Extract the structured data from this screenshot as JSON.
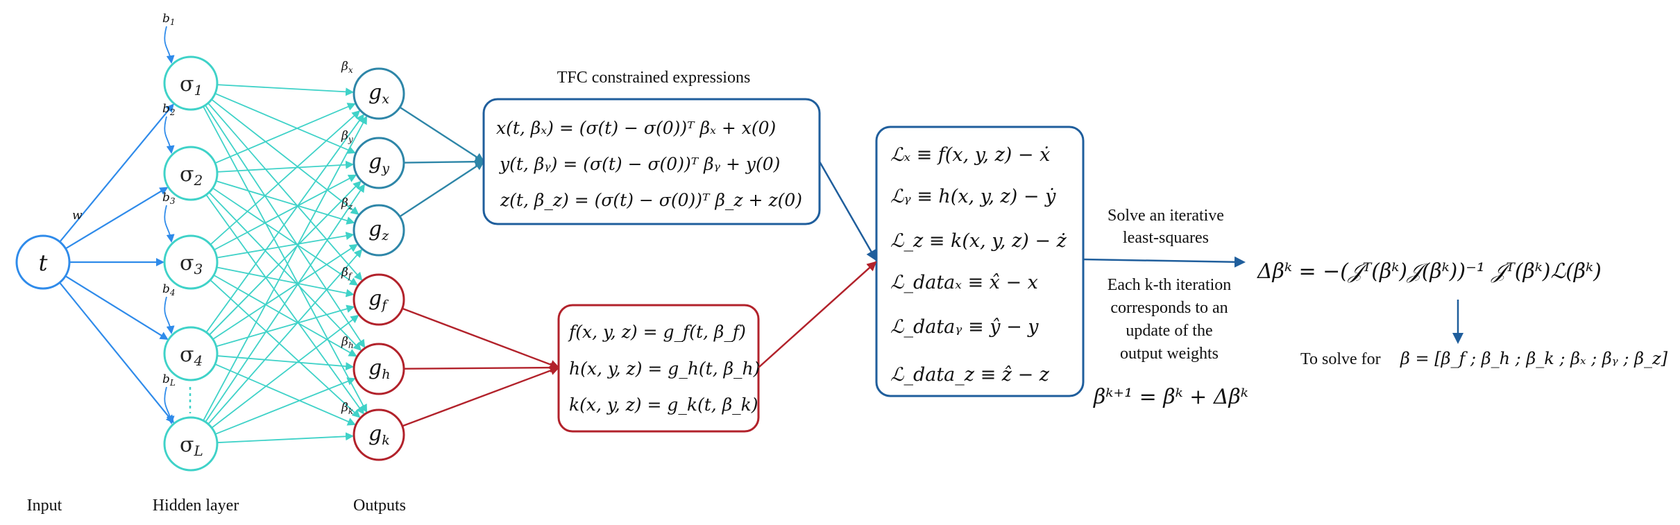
{
  "layer_labels": {
    "input": "Input",
    "hidden": "Hidden layer",
    "outputs": "Outputs"
  },
  "input_node": "t",
  "weight_label": "w",
  "hidden_nodes": [
    {
      "sym": "σ",
      "sub": "1",
      "bias": "b",
      "bias_sub": "1"
    },
    {
      "sym": "σ",
      "sub": "2",
      "bias": "b",
      "bias_sub": "2"
    },
    {
      "sym": "σ",
      "sub": "3",
      "bias": "b",
      "bias_sub": "3"
    },
    {
      "sym": "σ",
      "sub": "4",
      "bias": "b",
      "bias_sub": "4"
    },
    {
      "sym": "σ",
      "sub": "L",
      "bias": "b",
      "bias_sub": "L"
    }
  ],
  "output_nodes": [
    {
      "sub": "x",
      "beta_sub": "x",
      "group": "tfc"
    },
    {
      "sub": "y",
      "beta_sub": "y",
      "group": "tfc"
    },
    {
      "sub": "z",
      "beta_sub": "z",
      "group": "tfc"
    },
    {
      "sub": "f",
      "beta_sub": "f",
      "group": "dyn"
    },
    {
      "sub": "h",
      "beta_sub": "h",
      "group": "dyn"
    },
    {
      "sub": "k",
      "beta_sub": "k",
      "group": "dyn"
    }
  ],
  "tfc_box": {
    "title": "TFC constrained expressions",
    "lines": [
      "x(t, βₓ) = (σ(t) − σ(0))ᵀ βₓ + x(0)",
      "y(t, βᵧ) = (σ(t) − σ(0))ᵀ βᵧ + y(0)",
      "z(t, β_z) = (σ(t) − σ(0))ᵀ β_z + z(0)"
    ]
  },
  "dyn_box": {
    "lines": [
      "f(x, y, z) = g_f(t, β_f)",
      "h(x, y, z) = g_h(t, β_h)",
      "k(x, y, z) = g_k(t, β_k)"
    ]
  },
  "loss_box": {
    "lines": [
      "ℒₓ ≡ f(x, y, z) − ẋ",
      "ℒᵧ ≡ h(x, y, z) − ẏ",
      "ℒ_z ≡ k(x, y, z) − ż",
      "ℒ_dataₓ ≡ x̂ − x",
      "ℒ_dataᵧ ≡ ŷ − y",
      "ℒ_data_z ≡ ẑ − z"
    ]
  },
  "solve_text": [
    "Solve an iterative",
    "least-squares"
  ],
  "iteration_text": [
    "Each k-th iteration",
    "corresponds to an",
    "update of the",
    "output weights"
  ],
  "update_rule": "βᵏ⁺¹ = βᵏ + Δβᵏ",
  "delta_rule": "Δβᵏ = −(𝒥ᵀ(βᵏ)𝒥(βᵏ))⁻¹ 𝒥ᵀ(βᵏ)ℒ(βᵏ)",
  "solve_for_prefix": "To solve for",
  "solve_for_expr": "β = [β_f ; β_h ; β_k ; βₓ ; βᵧ ; β_z]",
  "colors": {
    "blue": "#2f8bea",
    "teal": "#3fd2c8",
    "tfc": "#2e86a8",
    "red": "#b2222b",
    "box_blue": "#1f5e9c",
    "arrow_dark": "#1f5e9c"
  }
}
